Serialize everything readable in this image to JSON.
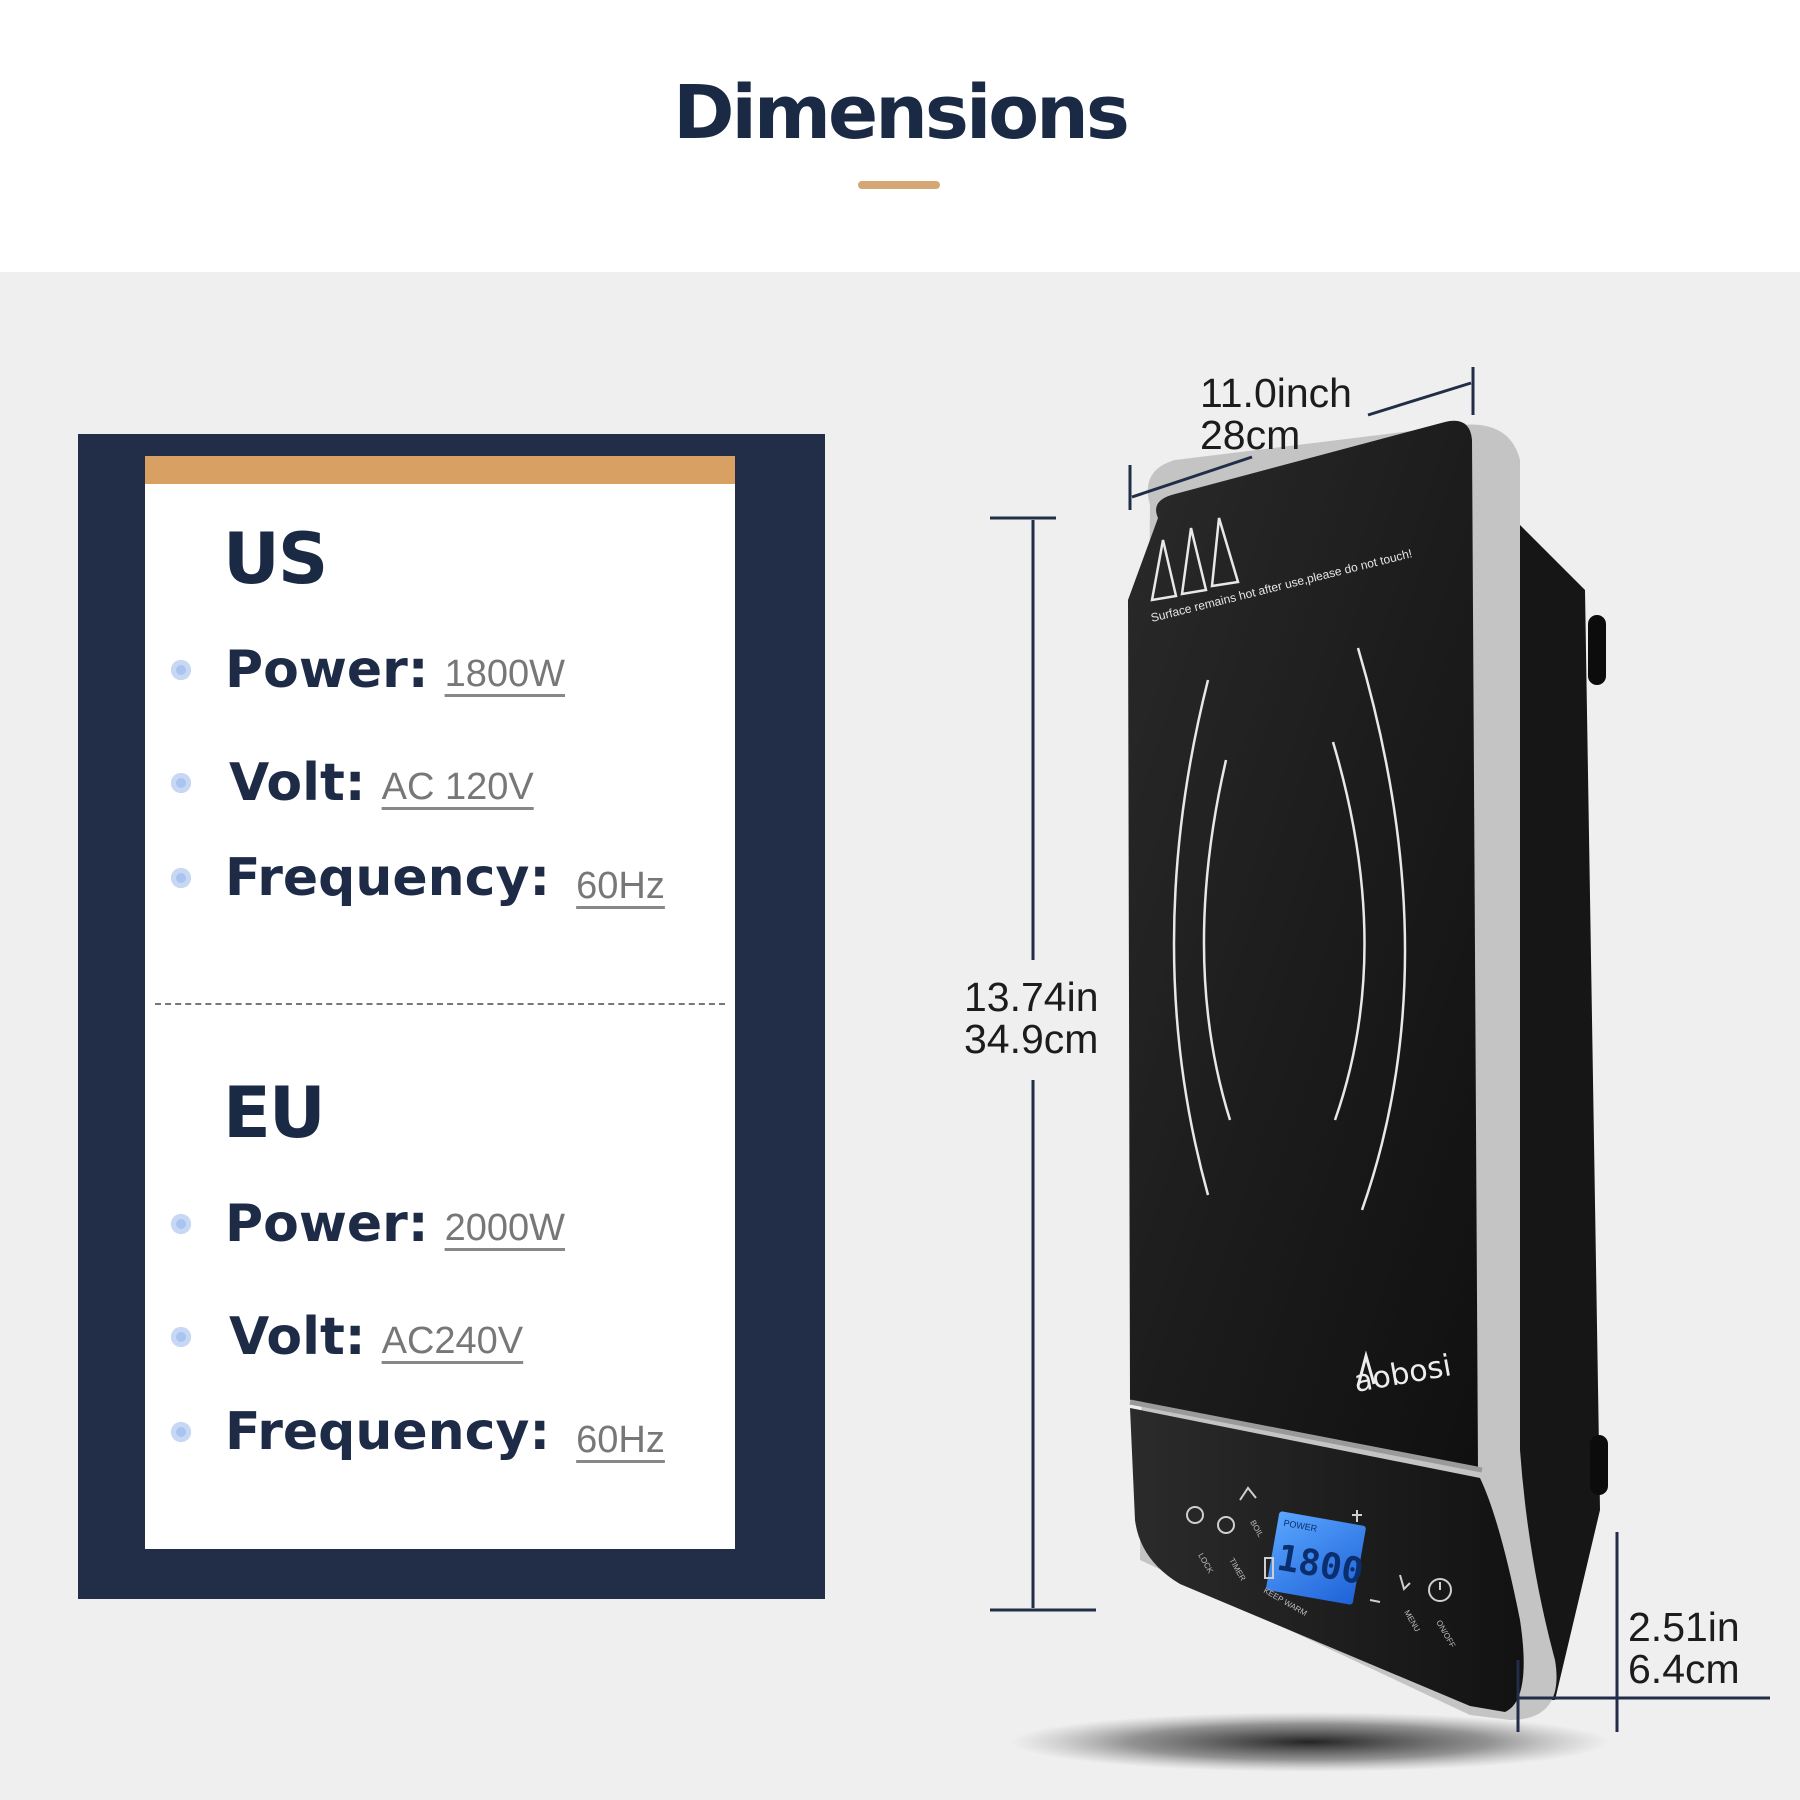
{
  "header": {
    "title": "Dimensions"
  },
  "specs": {
    "us": {
      "region": "US",
      "items": [
        {
          "label": "Power:",
          "value": "1800W"
        },
        {
          "label": "Volt:",
          "value": "AC 120V"
        },
        {
          "label": "Frequency:",
          "value": "60Hz"
        }
      ]
    },
    "eu": {
      "region": "EU",
      "items": [
        {
          "label": "Power:",
          "value": "2000W"
        },
        {
          "label": "Volt:",
          "value": "AC240V"
        },
        {
          "label": "Frequency:",
          "value": "60Hz"
        }
      ]
    }
  },
  "dimensions": {
    "width_in": "11.0inch",
    "width_cm": "28cm",
    "length_in": "13.74in",
    "length_cm": "34.9cm",
    "height_in": "2.51in",
    "height_cm": "6.4cm"
  },
  "device": {
    "warning": "Surface remains hot after use,please do not touch!",
    "brand": "aobosi",
    "display": "1800",
    "display_label": "POWER",
    "buttons": {
      "lock": "LOCK",
      "timer": "TIMER",
      "boil": "BOIL",
      "keep_warm": "KEEP WARM",
      "menu": "MENU",
      "onoff": "ON/OFF"
    }
  },
  "colors": {
    "navy": "#222d48",
    "accent": "#d9a063",
    "title": "#1a2a44",
    "lcd": "#2f7ef0"
  }
}
